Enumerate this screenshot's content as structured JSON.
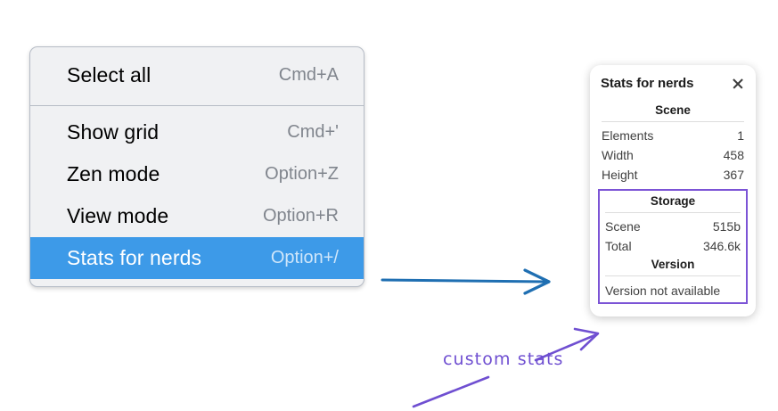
{
  "context_menu": {
    "name": "canvas-context-menu",
    "groups": [
      {
        "items": [
          {
            "label": "Select all",
            "shortcut": "Cmd+A",
            "selected": false
          }
        ]
      },
      {
        "items": [
          {
            "label": "Show grid",
            "shortcut": "Cmd+'",
            "selected": false
          },
          {
            "label": "Zen mode",
            "shortcut": "Option+Z",
            "selected": false
          },
          {
            "label": "View mode",
            "shortcut": "Option+R",
            "selected": false
          },
          {
            "label": "Stats for nerds",
            "shortcut": "Option+/",
            "selected": true
          }
        ]
      }
    ],
    "highlight_color": "#3d9ae8",
    "background_color": "#f0f1f3"
  },
  "stats_panel": {
    "title": "Stats for nerds",
    "close_icon": "close-icon",
    "sections": [
      {
        "heading": "Scene",
        "rows": [
          {
            "key": "Elements",
            "value": "1"
          },
          {
            "key": "Width",
            "value": "458"
          },
          {
            "key": "Height",
            "value": "367"
          }
        ]
      },
      {
        "heading": "Storage",
        "rows": [
          {
            "key": "Scene",
            "value": "515b"
          },
          {
            "key": "Total",
            "value": "346.6k"
          }
        ]
      },
      {
        "heading": "Version",
        "full_row": "Version not available"
      }
    ],
    "custom_section_border_color": "#7c54d6"
  },
  "annotations": {
    "handwritten_label": "custom stats",
    "handwriting_color": "#6f4fd1",
    "flow_arrow_color": "#1f6fb2"
  }
}
